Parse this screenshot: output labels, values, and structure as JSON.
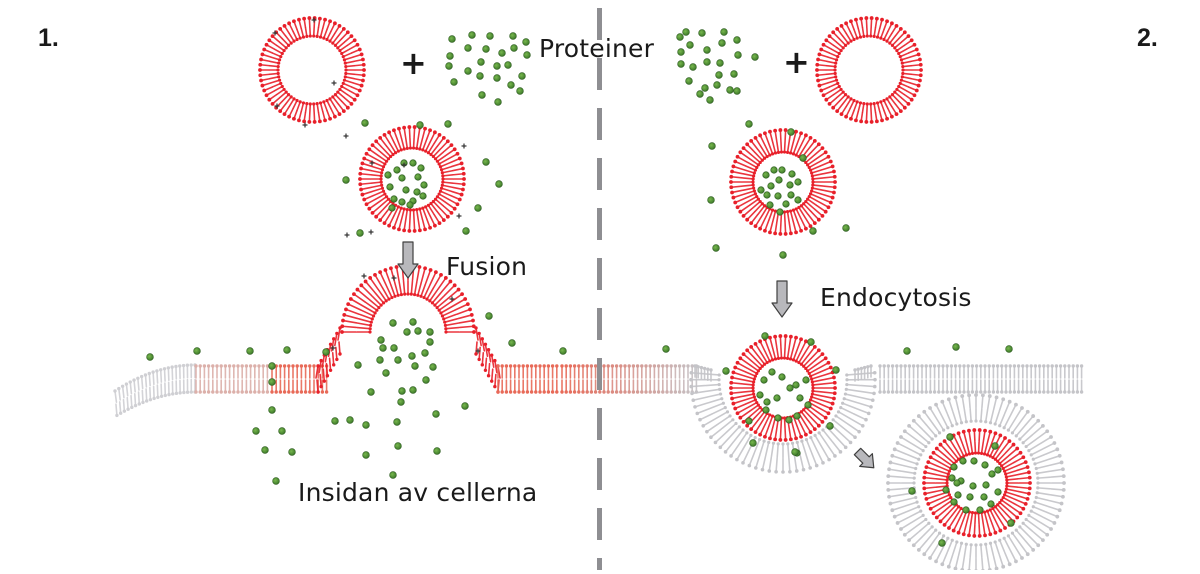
{
  "diagram": {
    "panel_labels": {
      "left": "1.",
      "right": "2."
    },
    "title_label": "Proteiner",
    "plus_sign": "+",
    "steps": {
      "left_process": "Fusion",
      "right_process": "Endocytosis"
    },
    "region_label": "Insidan av cellerna",
    "colors": {
      "liposome_lipid": "#e8202a",
      "cell_membrane_lipid": "#c4c4c8",
      "protein": "#5a9a3c",
      "protein_edge": "#2f5e22",
      "arrow_fill": "#b8b8bc",
      "arrow_stroke": "#404040",
      "divider": "#8e8e92",
      "charge_marker": "#333333",
      "text": "#1a1a1a"
    },
    "components": [
      {
        "id": "cationic-liposome",
        "description": "Empty liposome with positive charges (panel 1)"
      },
      {
        "id": "protein-cluster",
        "description": "Free proteins"
      },
      {
        "id": "loaded-liposome",
        "description": "Liposome loaded with proteins"
      },
      {
        "id": "cell-membrane",
        "description": "Cell membrane lipid bilayer"
      },
      {
        "id": "fusion-site",
        "description": "Liposome fusing with cell membrane, releasing proteins into cell"
      },
      {
        "id": "endocytic-vesicle",
        "description": "Liposome engulfed by membrane in endosome"
      }
    ]
  }
}
